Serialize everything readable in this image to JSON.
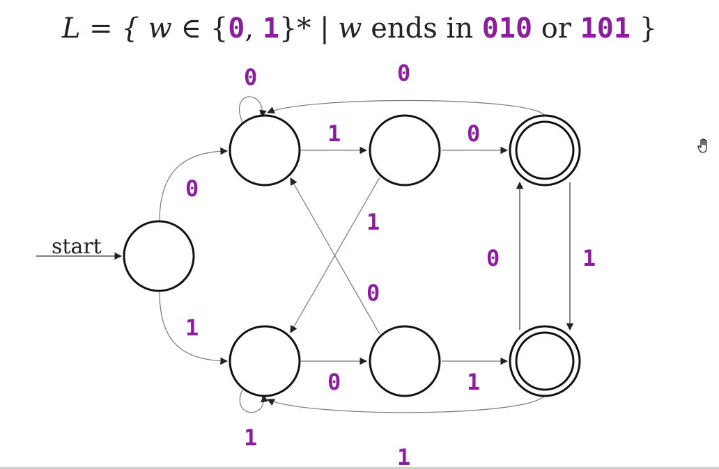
{
  "title": {
    "prefix": "L = { ",
    "w1": "w",
    "in_set": " ∈ {",
    "sym0": "0",
    "comma": ", ",
    "sym1": "1",
    "star_bar": "}* | ",
    "w2": "w",
    "ends_in": " ends in ",
    "pattern1": "010",
    "or": " or ",
    "pattern2": "101",
    "close": " }"
  },
  "start_label": "start",
  "edge_labels": {
    "q0_to_a": "0",
    "q0_to_d": "1",
    "a_loop": "0",
    "d_loop": "1",
    "a_to_b": "1",
    "b_to_c": "0",
    "b_to_d": "1",
    "e_to_a": "0",
    "d_to_e": "0",
    "e_to_f": "1",
    "c_to_f": "1",
    "f_to_c": "0",
    "c_to_a": "0",
    "f_to_d": "1"
  },
  "colors": {
    "symbol": "#8b1e9c",
    "text": "#222222"
  }
}
